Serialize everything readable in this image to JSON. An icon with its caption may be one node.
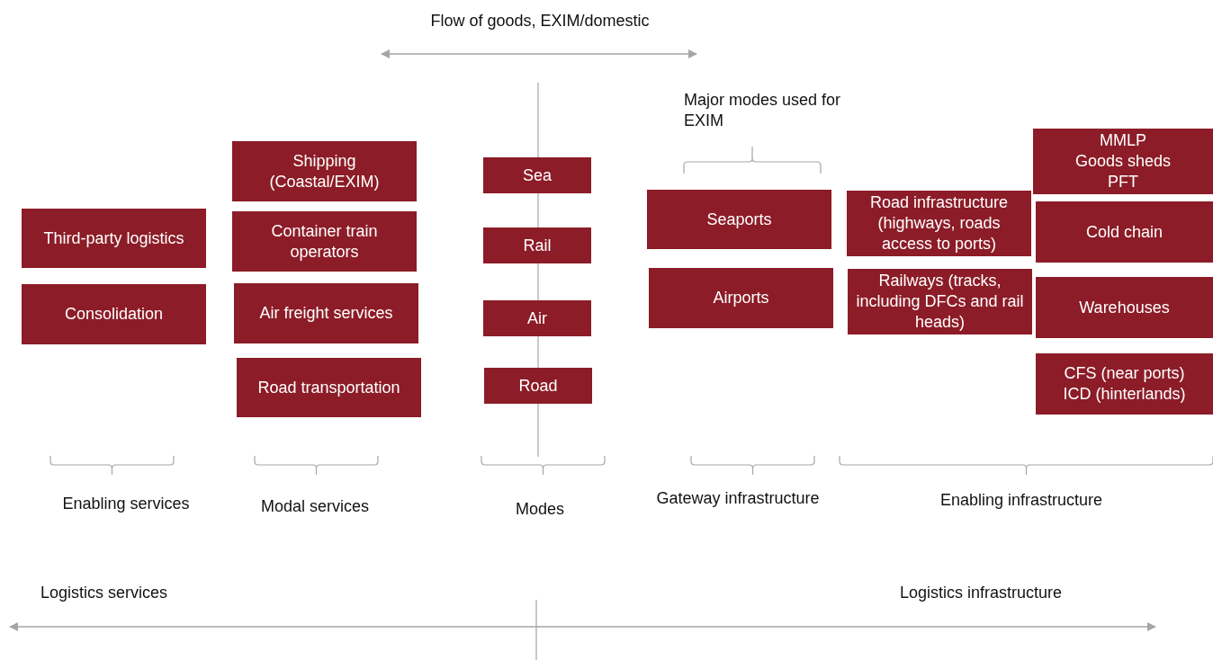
{
  "diagram": {
    "nodes": [
      {
        "text": [
          "Third-party logistics"
        ]
      },
      {
        "text": [
          "Consolidation"
        ]
      },
      {
        "text": [
          "Shipping (Coastal/EXIM)"
        ]
      },
      {
        "text": [
          "Container train operators"
        ]
      },
      {
        "text": [
          "Air freight services"
        ]
      },
      {
        "text": [
          "Road transportation"
        ]
      },
      {
        "text": [
          "Sea"
        ]
      },
      {
        "text": [
          "Rail"
        ]
      },
      {
        "text": [
          "Air"
        ]
      },
      {
        "text": [
          "Road"
        ]
      },
      {
        "text": [
          "Seaports"
        ]
      },
      {
        "text": [
          "Airports"
        ]
      },
      {
        "text": [
          "Road infrastructure (highways, roads access to ports)"
        ]
      },
      {
        "text": [
          "Railways (tracks, including DFCs and rail heads)"
        ]
      },
      {
        "text": [
          "MMLP",
          "Goods sheds",
          "PFT"
        ]
      },
      {
        "text": [
          "Cold chain"
        ]
      },
      {
        "text": [
          "Warehouses"
        ]
      },
      {
        "text": [
          "CFS (near ports)",
          "ICD (hinterlands)"
        ]
      }
    ],
    "edges": [],
    "labels": [
      "Flow of goods, EXIM/domestic",
      "Major modes used for EXIM",
      "Enabling services",
      "Modal services",
      "Modes",
      "Gateway infrastructure",
      "Enabling infrastructure",
      "Logistics services",
      "Logistics infrastructure"
    ]
  }
}
